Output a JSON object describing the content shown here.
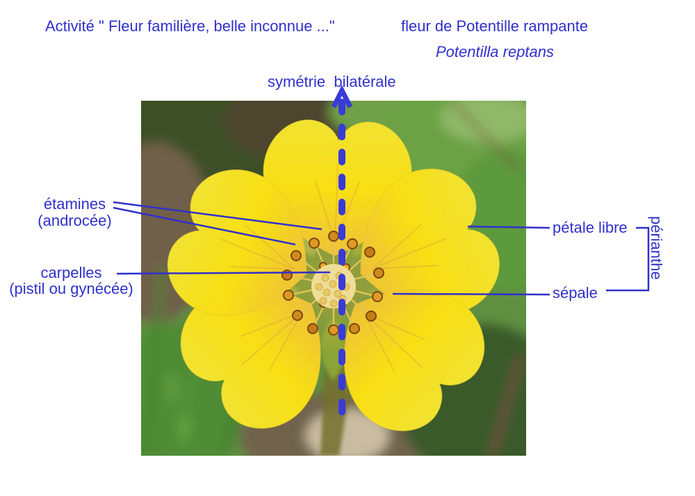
{
  "colors": {
    "accent": "#3030cc",
    "axis": "#3a3ad8"
  },
  "header": {
    "title_activity": "Activité \" Fleur familière, belle inconnue ...\"",
    "title_flower": "fleur de Potentille rampante",
    "species": "Potentilla reptans"
  },
  "labels": {
    "symmetry": "symétrie  bilatérale",
    "stamens_line1": "étamines",
    "stamens_line2": "(androcée)",
    "carpels_line1": "carpelles",
    "carpels_line2": "(pistil ou gynécée)",
    "petal": "pétale libre",
    "sepal": "sépale",
    "perianth": "périanthe"
  },
  "icons": {
    "symmetry_axis_arrow": "arrow-up"
  }
}
